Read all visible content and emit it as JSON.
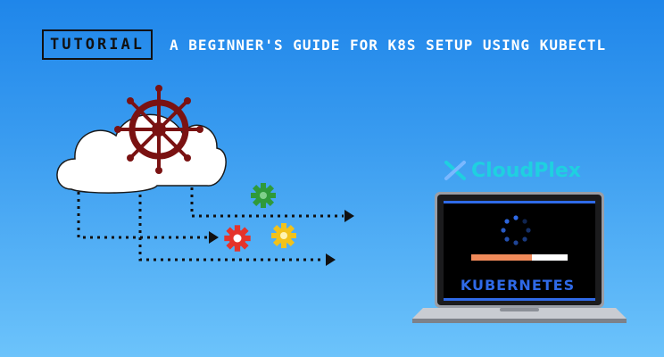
{
  "header": {
    "tag_label": "TUTORIAL",
    "headline": "A BEGINNER'S GUIDE FOR K8S SETUP USING KUBECTL"
  },
  "brand": {
    "name": "CloudPlex",
    "color": "#1fd0e0"
  },
  "laptop": {
    "screen_label": "KUBERNETES",
    "progress_fraction": 0.63,
    "progress_color": "#f08a5a"
  },
  "icons": {
    "helm": "kubernetes-helm-icon",
    "cloud": "cloud-icon",
    "gears": [
      "gear-icon-green",
      "gear-icon-red",
      "gear-icon-yellow"
    ],
    "spinner": "loading-spinner-icon"
  },
  "colors": {
    "helm": "#7a1212",
    "gear_green": "#2f9a3a",
    "gear_red": "#e5332a",
    "gear_yellow": "#f2c21b",
    "label": "#2f6ae8"
  }
}
